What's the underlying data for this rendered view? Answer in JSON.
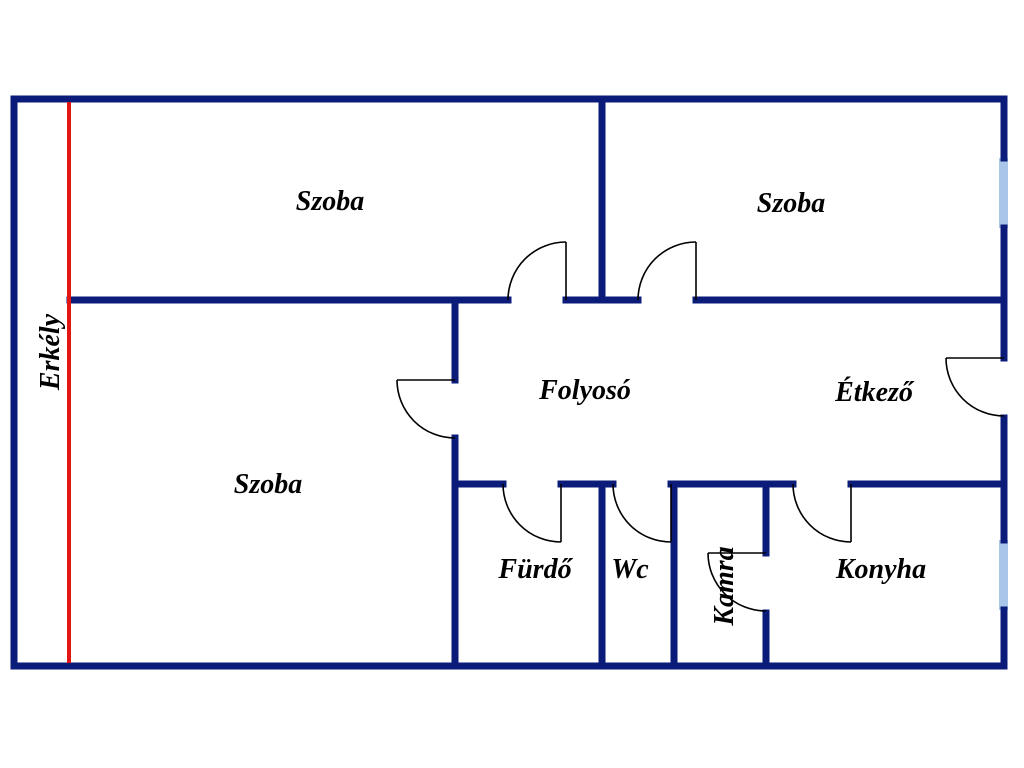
{
  "floorplan": {
    "colors": {
      "wall": "#0b1b7a",
      "balcony_line": "#e21414",
      "window": "#a9c6e8",
      "label": "#000000"
    },
    "rooms": {
      "room_top_left": "Szoba",
      "room_top_right": "Szoba",
      "room_bottom_left": "Szoba",
      "hallway": "Folyosó",
      "dining": "Étkező",
      "bathroom": "Fürdő",
      "toilet": "Wc",
      "pantry": "Kamra",
      "kitchen": "Konyha",
      "balcony": "Erkély"
    }
  }
}
